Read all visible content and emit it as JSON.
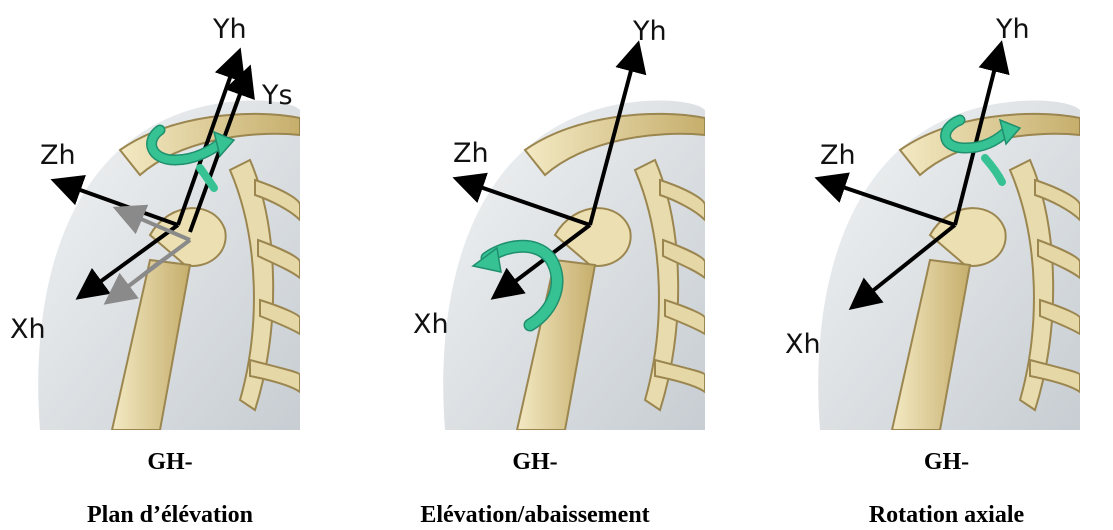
{
  "panels": [
    {
      "labels": {
        "yh": "Yh",
        "ys": "Ys",
        "zh": "Zh",
        "xh": "Xh"
      },
      "caption": {
        "line1": "GH-",
        "line2": "Plan d’élévation"
      }
    },
    {
      "labels": {
        "yh": "Yh",
        "zh": "Zh",
        "xh": "Xh"
      },
      "caption": {
        "line1": "GH-",
        "line2": "Elévation/abaissement"
      }
    },
    {
      "labels": {
        "yh": "Yh",
        "zh": "Zh",
        "xh": "Xh"
      },
      "caption": {
        "line1": "GH-",
        "line2": "Rotation axiale"
      }
    }
  ],
  "colors": {
    "bone": "#e6d7a6",
    "bone_shadow": "#b9a46a",
    "skin": "#dfe3e6",
    "axis_black": "#000000",
    "axis_grey": "#8a8a8a",
    "rotation_arrow": "#2fb58c"
  }
}
